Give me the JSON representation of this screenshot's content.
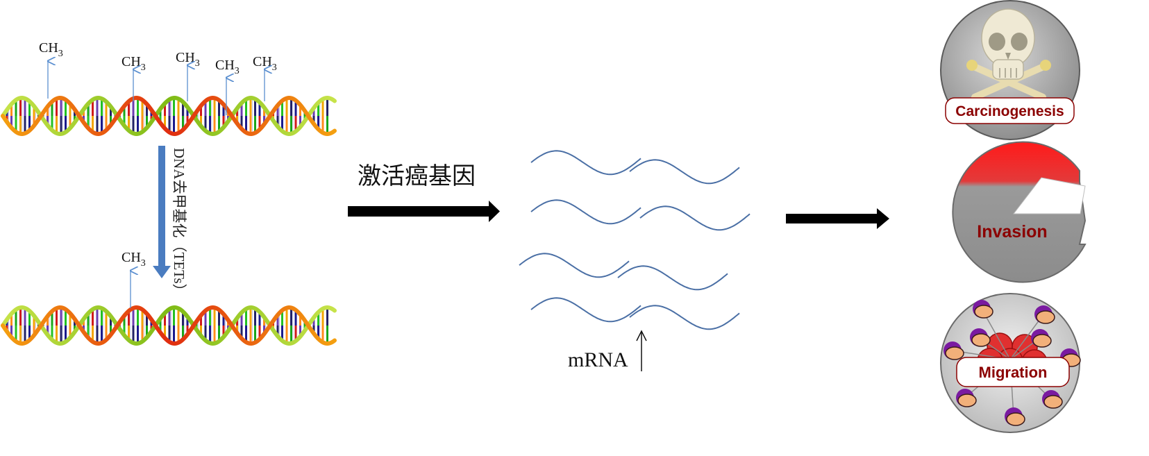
{
  "methyl_label": "CH",
  "methyl_subscript": "3",
  "demethylation_label": "DNA去甲基化（TETs）",
  "activation_label": "激活癌基因",
  "mrna_label": "mRNA",
  "outcomes": {
    "carcinogenesis": "Carcinogenesis",
    "invasion": "Invasion",
    "migration": "Migration"
  },
  "colors": {
    "arrow_methyl": "#5b8fd0",
    "demethyl_arrow": "#4a7cc0",
    "mrna_wave": "#4a6fa5",
    "dna_orange": "#f27a0a",
    "dna_red": "#d01a1a",
    "dna_green": "#9ccf1c",
    "label_red": "#8b0000"
  }
}
